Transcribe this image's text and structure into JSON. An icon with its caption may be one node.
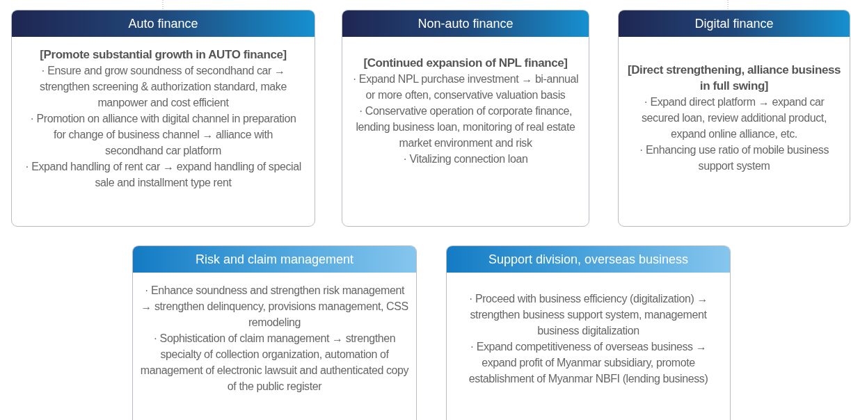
{
  "diagram": {
    "nodes": [
      {
        "text": [
          "Auto finance",
          "[Promote substantial growth in AUTO finance]",
          "· Ensure and grow soundness of secondhand car → strengthen screening & authorization standard, make manpower and cost efficient",
          "· Promotion on alliance with digital channel in preparation for change of business channel → alliance with secondhand car platform",
          "· Expand handling of rent car → expand handling of special sale and installment type rent"
        ]
      },
      {
        "text": [
          "Non-auto finance",
          "[Continued expansion of NPL finance]",
          "· Expand NPL purchase investment → bi-annual or more often, conservative valuation basis",
          "· Conservative operation of corporate finance, lending business loan, monitoring of real estate market environment and risk",
          "· Vitalizing connection loan"
        ]
      },
      {
        "text": [
          "Digital finance",
          "[Direct strengthening, alliance business in full swing]",
          "· Expand direct platform → expand car secured loan, review additional product, expand online alliance, etc.",
          "· Enhancing use ratio of mobile business support system"
        ]
      },
      {
        "text": [
          "Risk and claim management",
          "· Enhance soundness and strengthen risk management → strengthen delinquency, provisions management, CSS remodeling",
          "· Sophistication of claim management → strengthen specialty of collection organization, automation of management of electronic lawsuit and authenticated copy of the public register"
        ]
      },
      {
        "text": [
          "Support division, overseas business",
          "· Proceed with business efficiency (digitalization) → strengthen business support system, management business digitalization",
          "· Expand competitiveness of overseas business → expand profit of Myanmar subsidiary, promote establishment of Myanmar NBFI (lending business)"
        ]
      }
    ]
  }
}
